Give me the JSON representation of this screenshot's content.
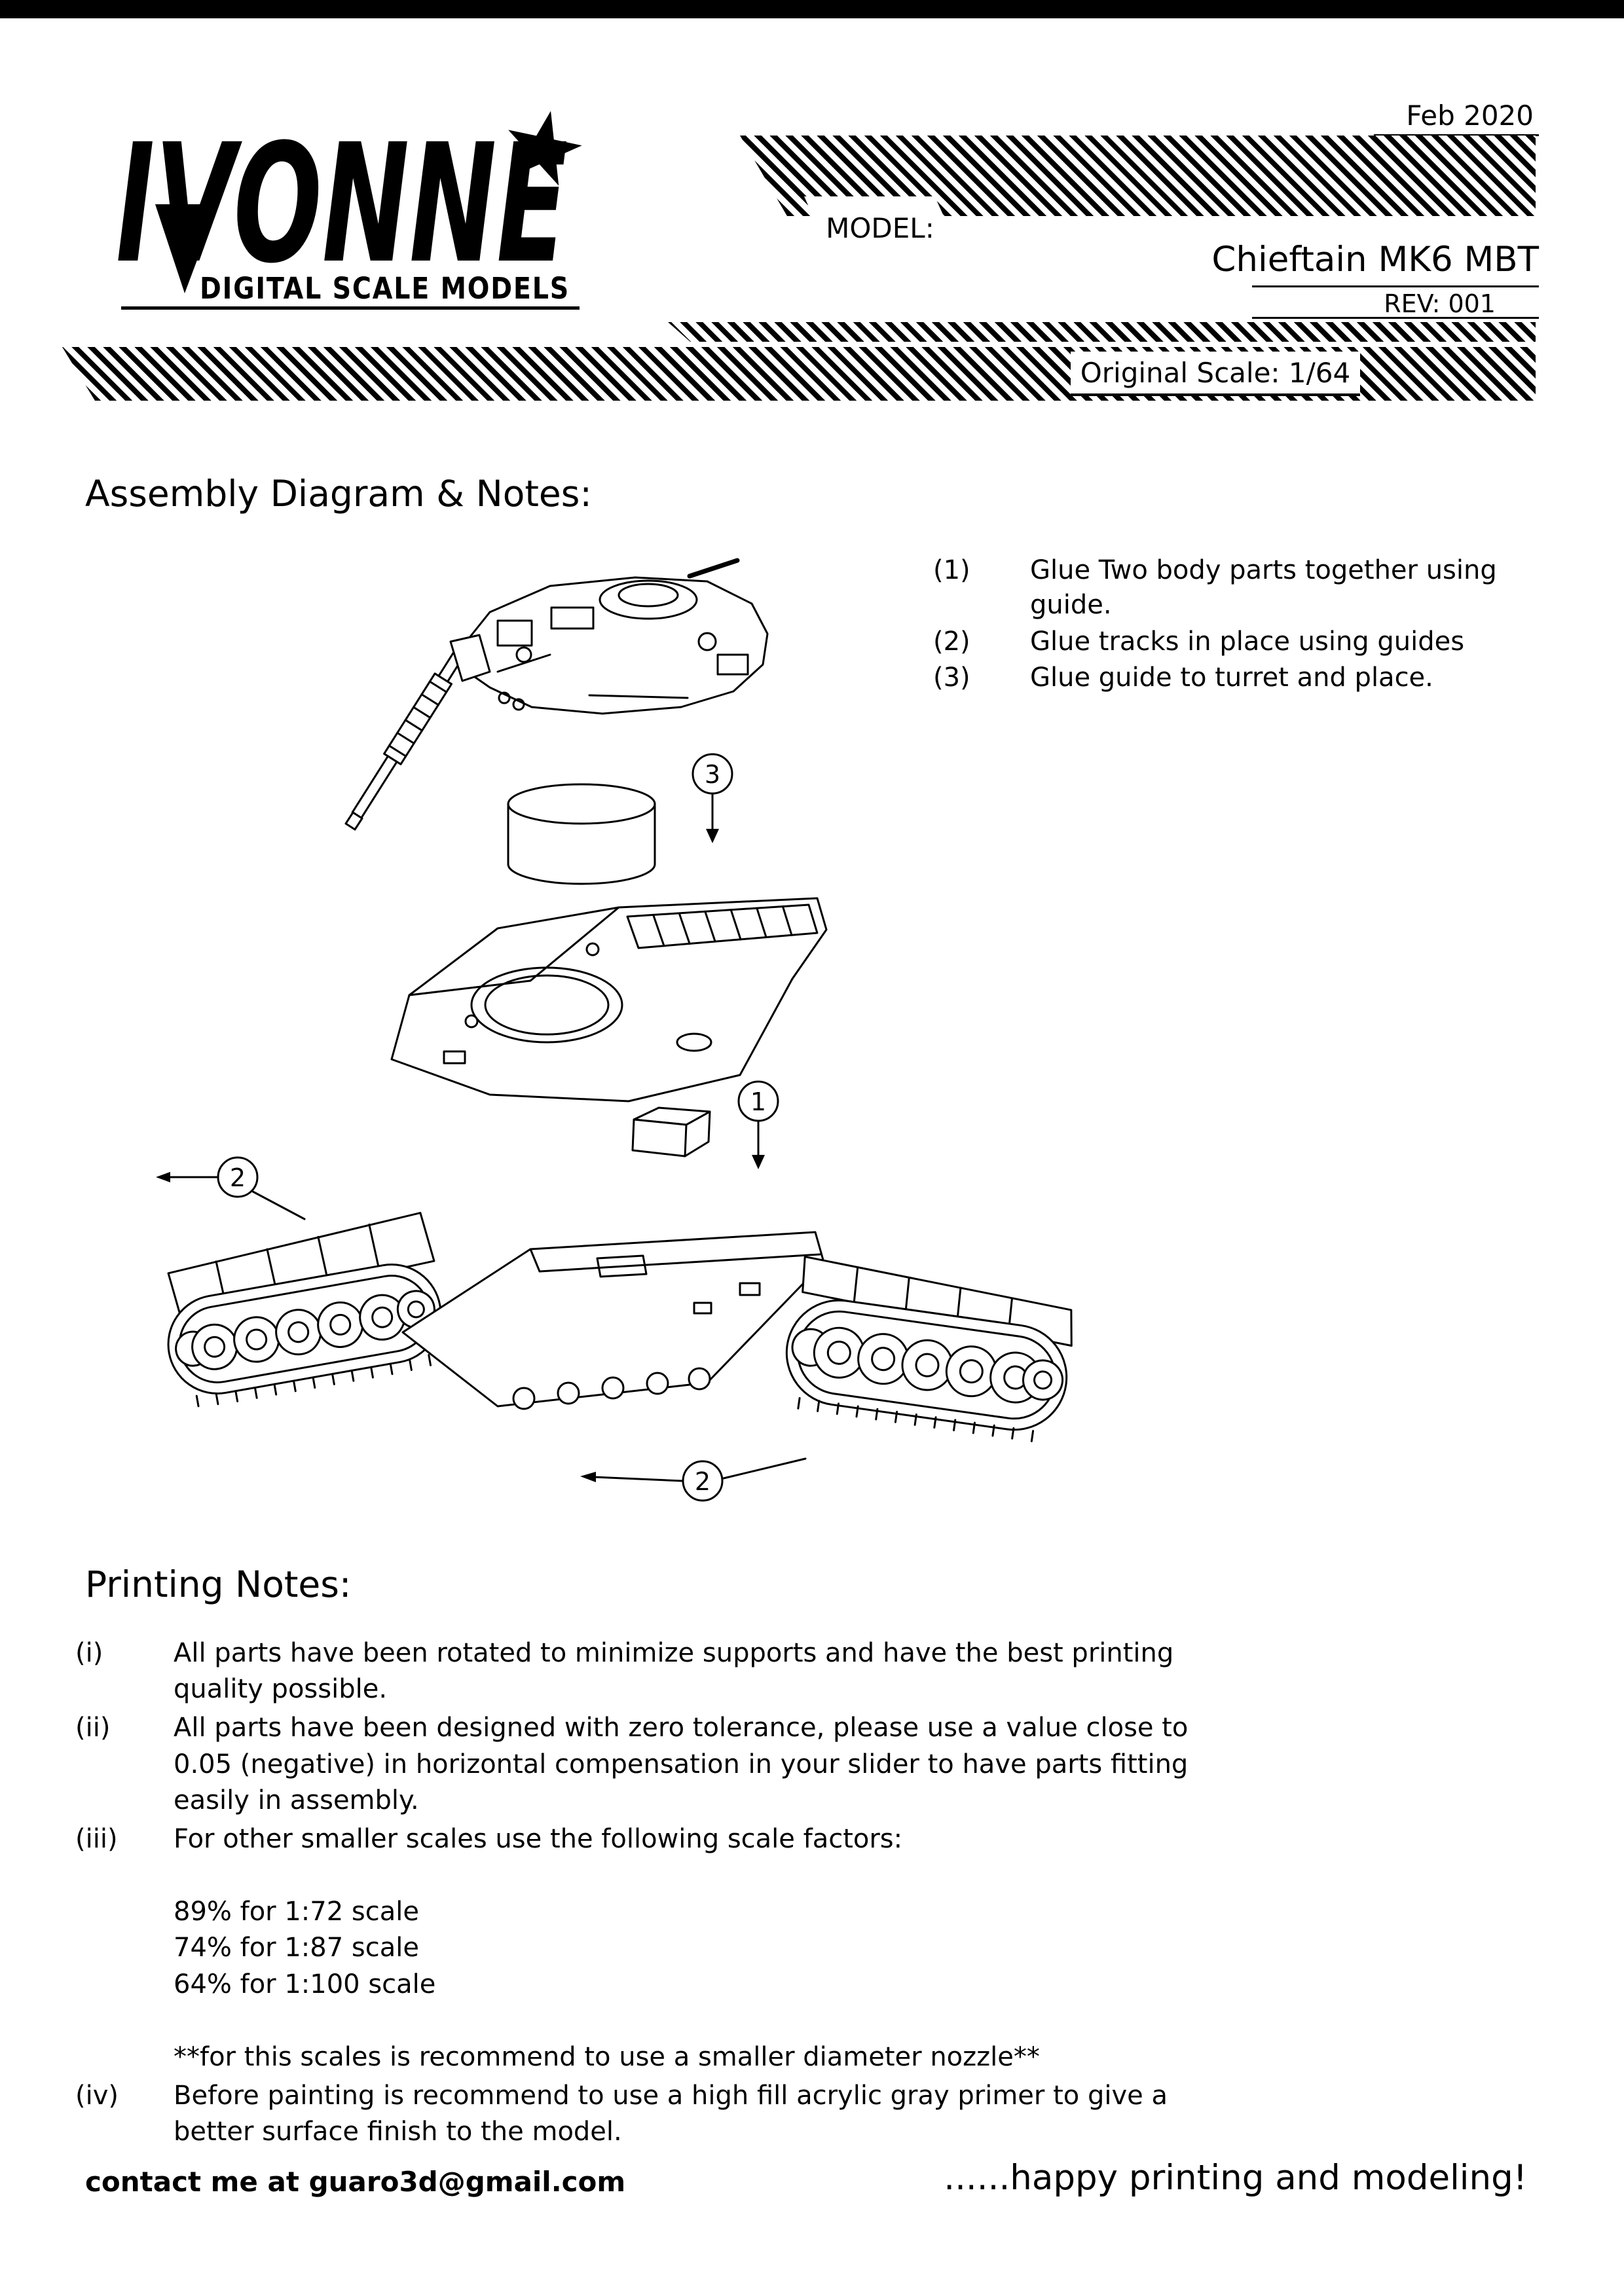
{
  "header": {
    "date": "Feb 2020",
    "model_label": "MODEL:",
    "model_name": "Chieftain MK6 MBT",
    "revision": "REV: 001",
    "original_scale": "Original Scale: 1/64"
  },
  "logo": {
    "brand": "IVONNE",
    "star": "★",
    "tagline": "DIGITAL SCALE MODELS"
  },
  "assembly": {
    "heading": "Assembly Diagram & Notes:",
    "notes": [
      {
        "num": "(1)",
        "text": "Glue Two body parts together using guide."
      },
      {
        "num": "(2)",
        "text": "Glue tracks in place using guides"
      },
      {
        "num": "(3)",
        "text": "Glue guide to turret and place."
      }
    ]
  },
  "diagram": {
    "callout_1": "1",
    "callout_2": "2",
    "callout_3": "3"
  },
  "printing": {
    "heading": "Printing Notes:",
    "items": [
      {
        "num": "(i)",
        "text": "All parts have been rotated to minimize supports and have the best printing quality possible."
      },
      {
        "num": "(ii)",
        "text": "All parts have been designed with zero tolerance, please use a value close to 0.05 (negative) in horizontal compensation in your slider to have parts fitting easily in assembly."
      },
      {
        "num": "(iii)",
        "text": "For other smaller scales use the following scale factors:"
      },
      {
        "num": "(iv)",
        "text": "Before painting is recommend to use a high fill acrylic gray primer to give a better surface finish to the model."
      }
    ],
    "scale_factors": [
      "89% for 1:72 scale",
      "74% for 1:87 scale",
      "64% for 1:100 scale"
    ],
    "nozzle_note": "**for this scales is recommend to use a smaller diameter nozzle**"
  },
  "footer": {
    "contact": "contact me at guaro3d@gmail.com",
    "closing": "......happy printing and modeling!"
  },
  "colors": {
    "ink": "#000000",
    "paper": "#ffffff"
  }
}
